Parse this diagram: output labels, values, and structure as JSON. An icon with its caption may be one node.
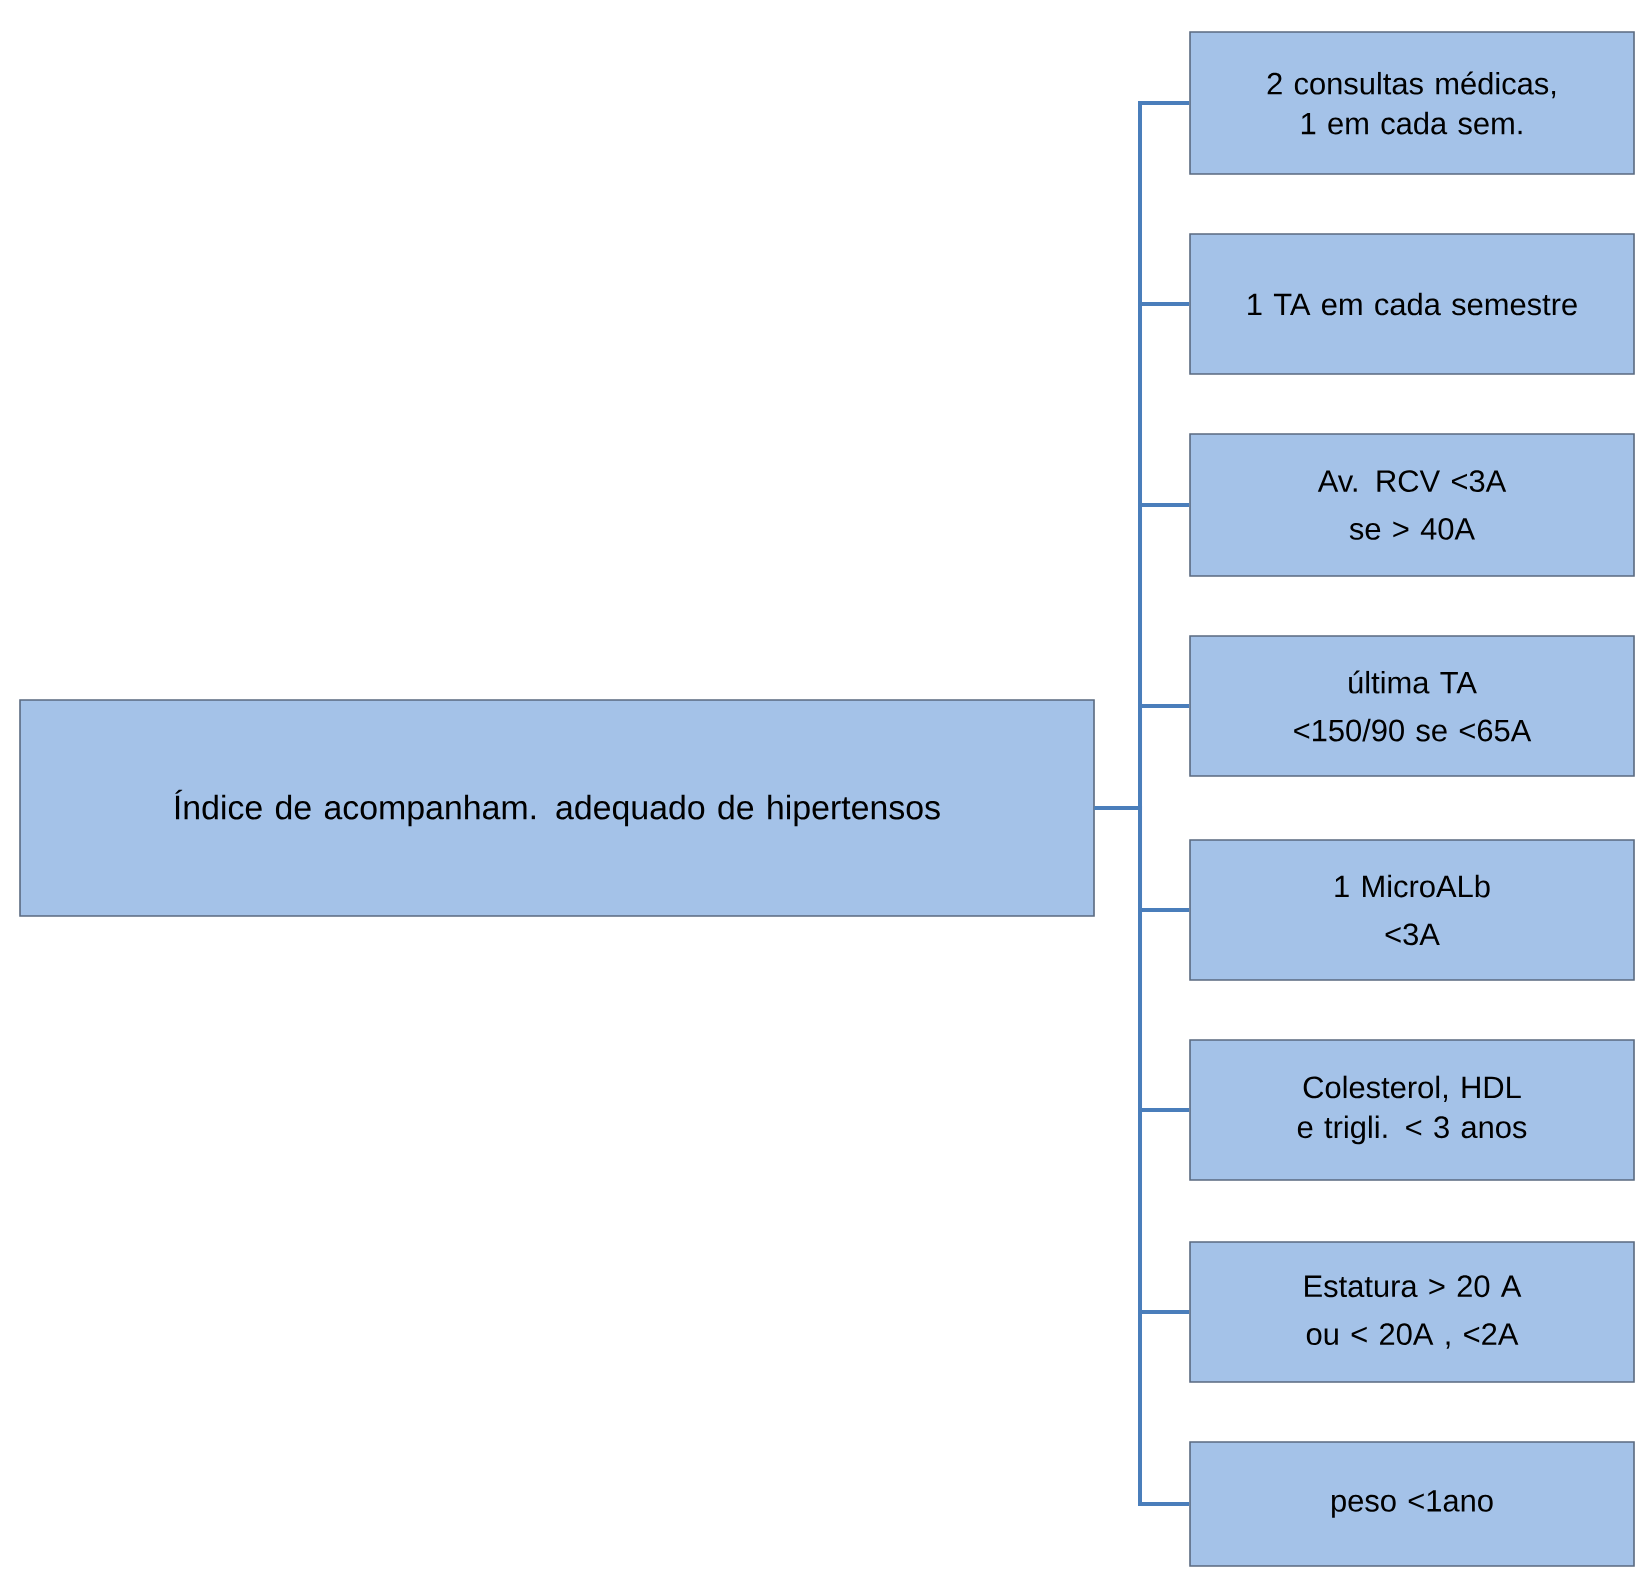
{
  "diagram": {
    "nodes": [
      {
        "text": [
          "Índice de acompanham. adequado de hipertensos"
        ]
      },
      {
        "text": [
          "2 consultas médicas, 1 em cada sem."
        ]
      },
      {
        "text": [
          "1 TA em cada semestre"
        ]
      },
      {
        "text": [
          "Av. RCV <3A",
          "se > 40A"
        ]
      },
      {
        "text": [
          "última TA",
          "<150/90 se <65A"
        ]
      },
      {
        "text": [
          "1 MicroALb",
          "<3A"
        ]
      },
      {
        "text": [
          "Colesterol, HDL e trigli. < 3 anos"
        ]
      },
      {
        "text": [
          "Estatura > 20 A",
          "ou < 20A , <2A"
        ]
      },
      {
        "text": [
          "peso <1ano"
        ]
      }
    ],
    "edges": [
      {
        "from": 0,
        "to": 1,
        "arrow": "none"
      },
      {
        "from": 0,
        "to": 2,
        "arrow": "none"
      },
      {
        "from": 0,
        "to": 3,
        "arrow": "none"
      },
      {
        "from": 0,
        "to": 4,
        "arrow": "none"
      },
      {
        "from": 0,
        "to": 5,
        "arrow": "none"
      },
      {
        "from": 0,
        "to": 6,
        "arrow": "none"
      },
      {
        "from": 0,
        "to": 7,
        "arrow": "none"
      },
      {
        "from": 0,
        "to": 8,
        "arrow": "none"
      }
    ]
  }
}
